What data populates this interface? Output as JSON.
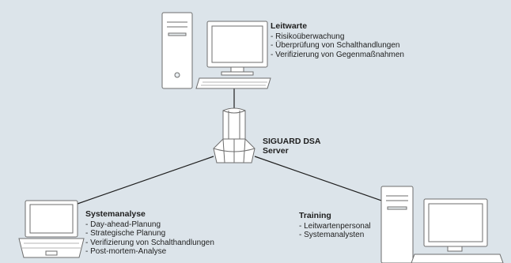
{
  "nodes": {
    "leitwarte": {
      "title": "Leitwarte",
      "items": [
        "Risikoüberwachung",
        "Überprüfung von Schalthandlungen",
        "Verifizierung von Gegenmaßnahmen"
      ]
    },
    "server": {
      "title_line1": "SIGUARD DSA",
      "title_line2": "Server"
    },
    "systemanalyse": {
      "title": "Systemanalyse",
      "items": [
        "Day-ahead-Planung",
        "Strategische Planung",
        "Verifizierung von Schalthandlungen",
        "Post-mortem-Analyse"
      ]
    },
    "training": {
      "title": "Training",
      "items": [
        "Leitwartenpersonal",
        "Systemanalysten"
      ]
    }
  },
  "colors": {
    "background": "#dce4ea",
    "device_fill": "#ffffff",
    "device_stroke": "#6d6d6d",
    "line": "#1e1e1e"
  }
}
